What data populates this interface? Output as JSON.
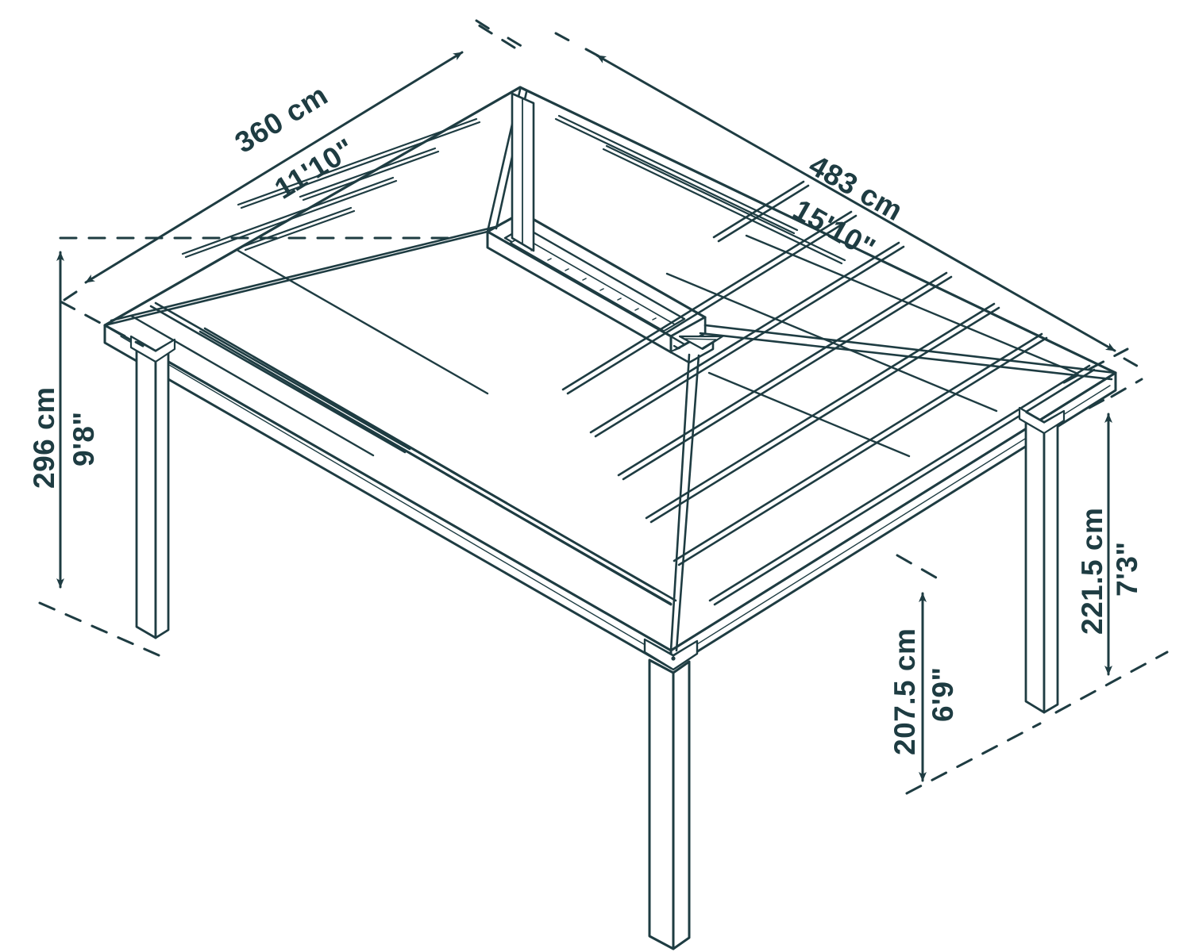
{
  "drawing": {
    "title": "Gazebo Isometric Dimension Drawing",
    "product": "hard-top-gazebo",
    "projection": "isometric",
    "line_color": "#1e3c42",
    "fill_color": "#ffffff",
    "background_color": "#ffffff"
  },
  "dimensions": {
    "width": {
      "id": "roof-width",
      "cm": "360 cm",
      "ft": "11'10\"",
      "placement": "top-left",
      "orientation": "diagonal-up-right"
    },
    "length": {
      "id": "roof-length",
      "cm": "483 cm",
      "ft": "15'10\"",
      "placement": "top-right",
      "orientation": "diagonal-down-right"
    },
    "overall_height": {
      "id": "overall-height",
      "cm": "296 cm",
      "ft": "9'8\"",
      "placement": "left",
      "orientation": "vertical"
    },
    "eave_height": {
      "id": "eave-height",
      "cm": "221.5 cm",
      "ft": "7'3\"",
      "placement": "right",
      "orientation": "vertical"
    },
    "clearance_height": {
      "id": "clearance-height",
      "cm": "207.5 cm",
      "ft": "6'9\"",
      "placement": "bottom-center-right",
      "orientation": "vertical"
    }
  },
  "structure": {
    "posts": 4,
    "roof_type": "hip-roof-with-ridge",
    "ridge_vent": "louvered-ridge-skylight",
    "panel_count_per_slope": 7
  }
}
